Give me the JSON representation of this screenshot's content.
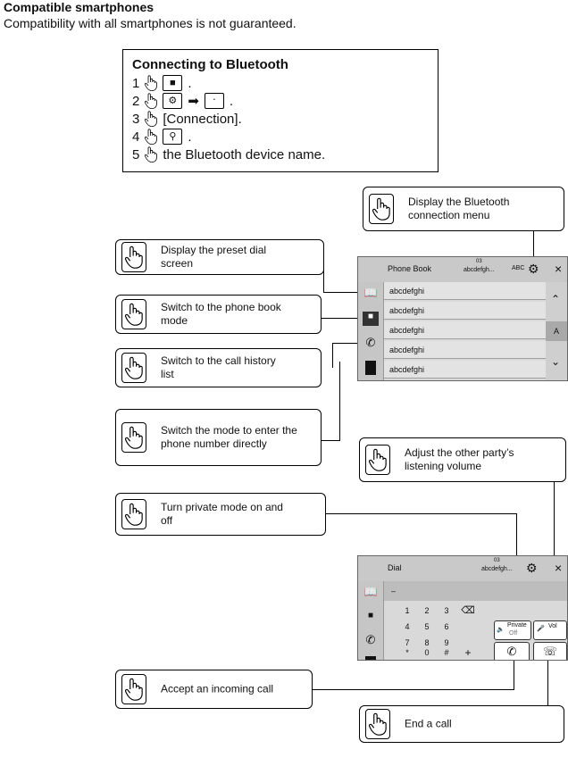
{
  "header": {
    "title": "Compatible smartphones",
    "subtitle": "Compatibility with all smartphones is not guaranteed."
  },
  "steps_box": {
    "title": "Connecting to Bluetooth",
    "steps": [
      {
        "num": "1",
        "icons": [
          "stop-square-icon"
        ],
        "text": "."
      },
      {
        "num": "2",
        "icons": [
          "gear-icon",
          "arrow-right-icon",
          "bluetooth-icon"
        ],
        "text": "."
      },
      {
        "num": "3",
        "icons": [],
        "text": "[Connection]."
      },
      {
        "num": "4",
        "icons": [
          "search-icon"
        ],
        "text": "."
      },
      {
        "num": "5",
        "icons": [],
        "text": "the Bluetooth device name."
      }
    ]
  },
  "callouts": {
    "bt_menu": "Display the Bluetooth connection menu",
    "preset_dial": "Display the preset dial screen",
    "phone_book": "Switch to the phone book mode",
    "call_history": "Switch to the call history list",
    "direct_entry": "Switch the mode to enter the phone number directly",
    "volume": "Adjust the other party’s listening volume",
    "private": "Turn private mode on and off",
    "accept": "Accept an incoming call",
    "end": "End a call"
  },
  "phonebook_screen": {
    "title": "Phone Book",
    "status_top": "03",
    "device": "abcdefgh...",
    "abc": "ABC",
    "close": "×",
    "rows": [
      "abcdefghi",
      "abcdefghi",
      "abcdefghi",
      "abcdefghi",
      "abcdefghi"
    ],
    "index_letter": "A"
  },
  "dial_screen": {
    "title": "Dial",
    "status_top": "03",
    "device": "abcdefgh...",
    "close": "×",
    "entry": "–",
    "keys": [
      "1",
      "2",
      "3",
      "4",
      "5",
      "6",
      "7",
      "8",
      "9",
      "*",
      "0",
      "#"
    ],
    "plus": "+",
    "private_label": "Private",
    "private_state": "Off",
    "vol_label": "Vol"
  }
}
